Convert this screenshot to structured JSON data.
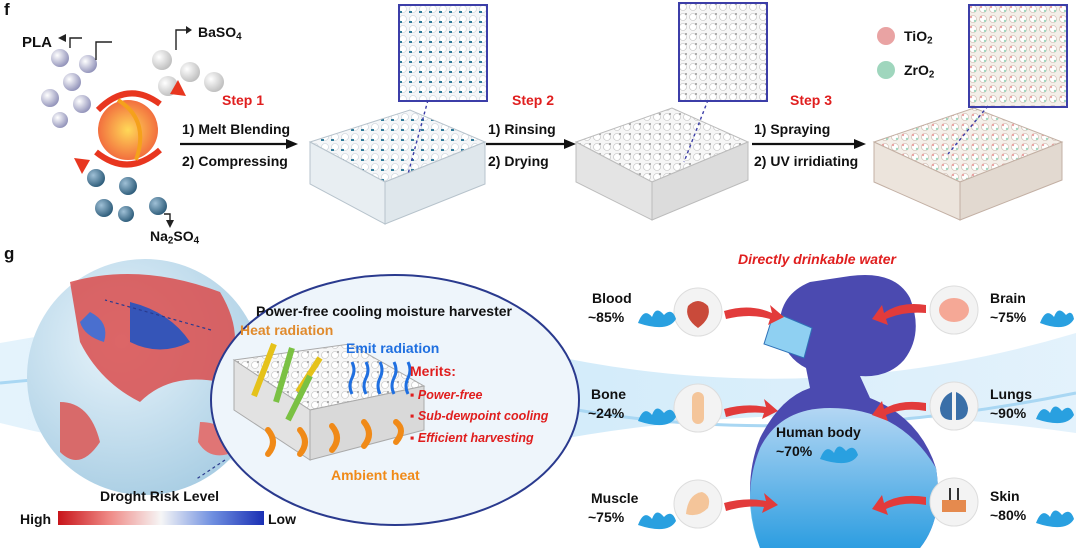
{
  "panel_f": {
    "letter": "f",
    "pla_label": "PLA",
    "baso4": {
      "base": "BaSO",
      "sub": "4"
    },
    "na2so4": {
      "p1": "Na",
      "s1": "2",
      "p2": "SO",
      "s2": "4"
    },
    "step1": {
      "title": "Step 1",
      "line1": "1) Melt Blending",
      "line2": "2) Compressing"
    },
    "step2": {
      "title": "Step 2",
      "line1": "1) Rinsing",
      "line2": "2) Drying"
    },
    "step3": {
      "title": "Step 3",
      "line1": "1) Spraying",
      "line2": "2) UV irridiating"
    },
    "legend": {
      "tio2": {
        "base": "TiO",
        "sub": "2",
        "color": "#e9a3a3"
      },
      "zro2": {
        "base": "ZrO",
        "sub": "2",
        "color": "#9fd6bd"
      }
    }
  },
  "panel_g": {
    "letter": "g",
    "harvester_title": "Power-free cooling moisture harvester",
    "heat_radiation": "Heat radiation",
    "emit_radiation": "Emit radiation",
    "ambient_heat": "Ambient heat",
    "merits_title": "Merits:",
    "merits": [
      "Power-free",
      "Sub-dewpoint cooling",
      "Efficient harvesting"
    ],
    "drought_label": "Droght Risk Level",
    "scale_high": "High",
    "scale_low": "Low",
    "drinkable": "Directly drinkable water",
    "organs": {
      "blood": {
        "name": "Blood",
        "pct": "~85%"
      },
      "bone": {
        "name": "Bone",
        "pct": "~24%"
      },
      "muscle": {
        "name": "Muscle",
        "pct": "~75%"
      },
      "brain": {
        "name": "Brain",
        "pct": "~75%"
      },
      "lungs": {
        "name": "Lungs",
        "pct": "~90%"
      },
      "skin": {
        "name": "Skin",
        "pct": "~80%"
      }
    },
    "human_body": {
      "name": "Human body",
      "pct": "~70%"
    }
  },
  "colors": {
    "accent_red": "#e01e1e",
    "emit_blue": "#1f6fe0",
    "ambient_orange": "#f08a18",
    "body_purple": "#4b4ab0",
    "water_blue": "#2aa7e6"
  }
}
